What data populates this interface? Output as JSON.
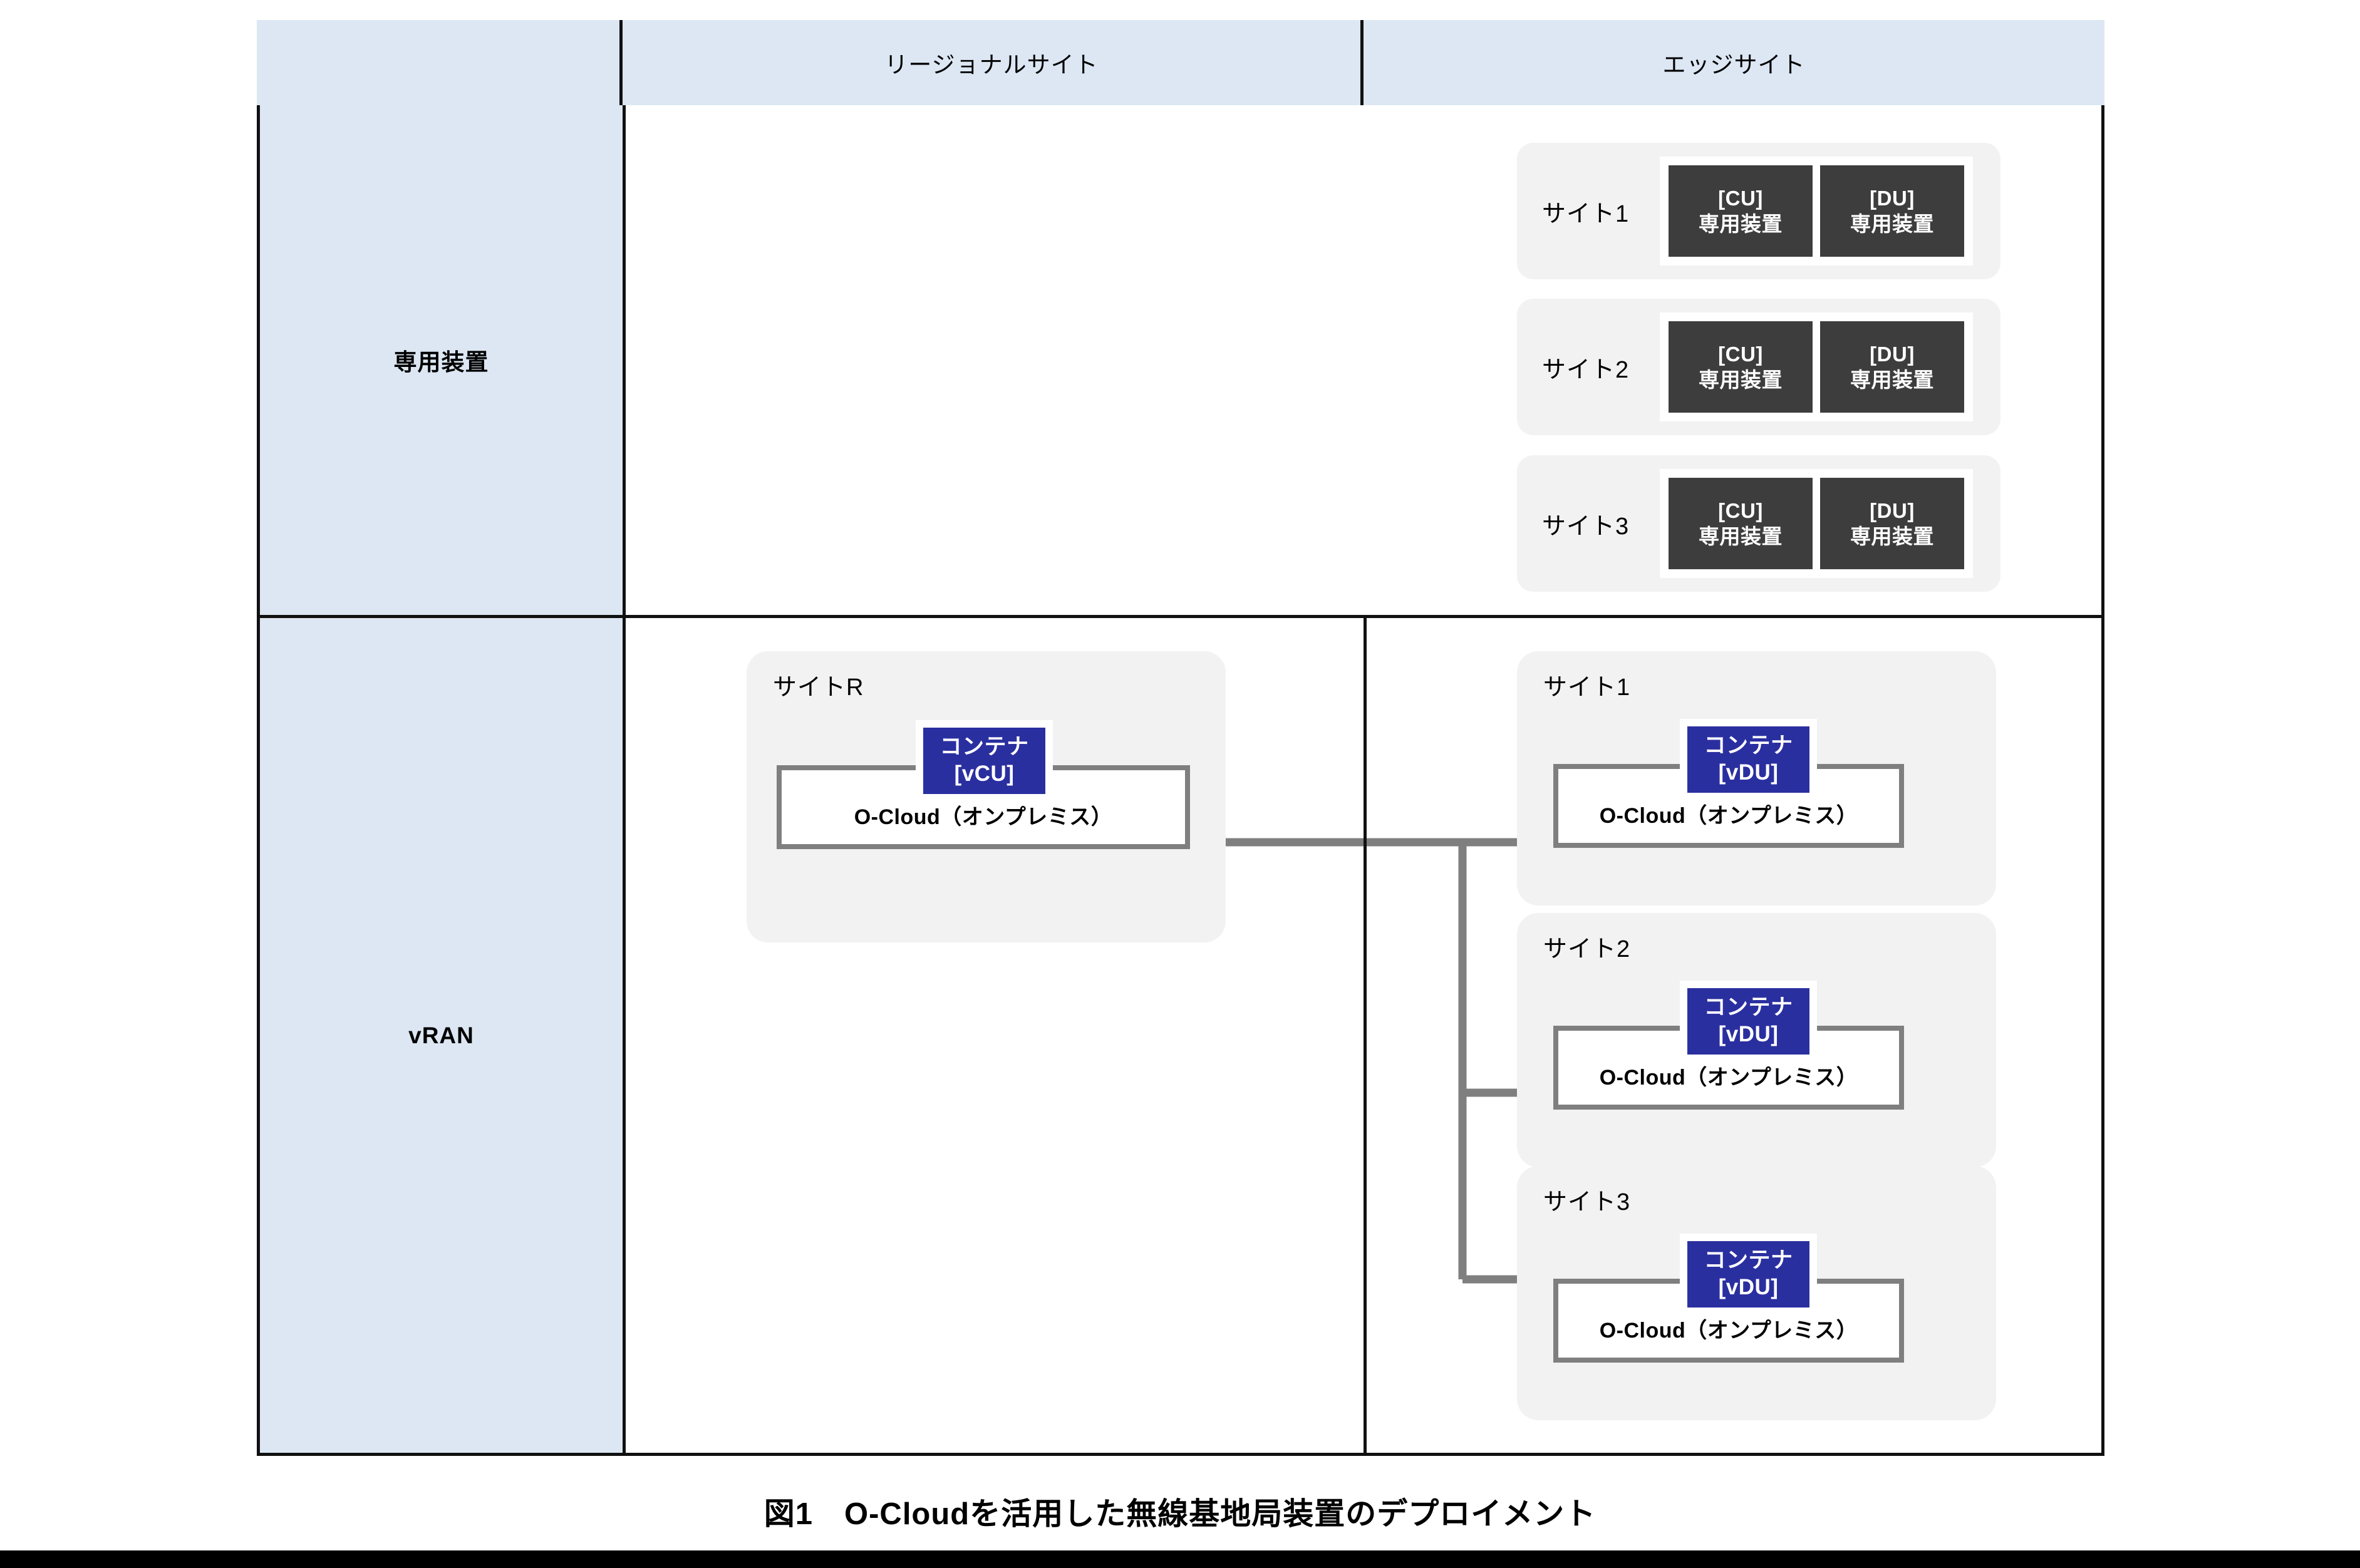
{
  "table": {
    "header": {
      "corner_label": "",
      "columns": [
        "リージョナルサイト",
        "エッジサイト"
      ]
    },
    "rows": [
      {
        "label": "専用装置"
      },
      {
        "label": "vRAN"
      }
    ]
  },
  "dedicated": {
    "sites": [
      {
        "label": "サイト1",
        "devices": [
          {
            "type": "[CU]",
            "kind": "専用装置"
          },
          {
            "type": "[DU]",
            "kind": "専用装置"
          }
        ]
      },
      {
        "label": "サイト2",
        "devices": [
          {
            "type": "[CU]",
            "kind": "専用装置"
          },
          {
            "type": "[DU]",
            "kind": "専用装置"
          }
        ]
      },
      {
        "label": "サイト3",
        "devices": [
          {
            "type": "[CU]",
            "kind": "専用装置"
          },
          {
            "type": "[DU]",
            "kind": "専用装置"
          }
        ]
      }
    ]
  },
  "vran": {
    "regional": {
      "label": "サイトR",
      "container_title": "コンテナ",
      "container_id": "[vCU]",
      "platform": "O-Cloud（オンプレミス）"
    },
    "edges": [
      {
        "label": "サイト1",
        "container_title": "コンテナ",
        "container_id": "[vDU]",
        "platform": "O-Cloud（オンプレミス）"
      },
      {
        "label": "サイト2",
        "container_title": "コンテナ",
        "container_id": "[vDU]",
        "platform": "O-Cloud（オンプレミス）"
      },
      {
        "label": "サイト3",
        "container_title": "コンテナ",
        "container_id": "[vDU]",
        "platform": "O-Cloud（オンプレミス）"
      }
    ]
  },
  "caption": "図1　O-Cloudを活用した無線基地局装置のデプロイメント",
  "colors": {
    "header_fill": "#dce7f3",
    "panel_fill": "#f2f2f2",
    "device_fill": "#3d3d3d",
    "container_fill": "#2a2fa0",
    "wire": "#7f7f7f",
    "border": "#111111"
  }
}
